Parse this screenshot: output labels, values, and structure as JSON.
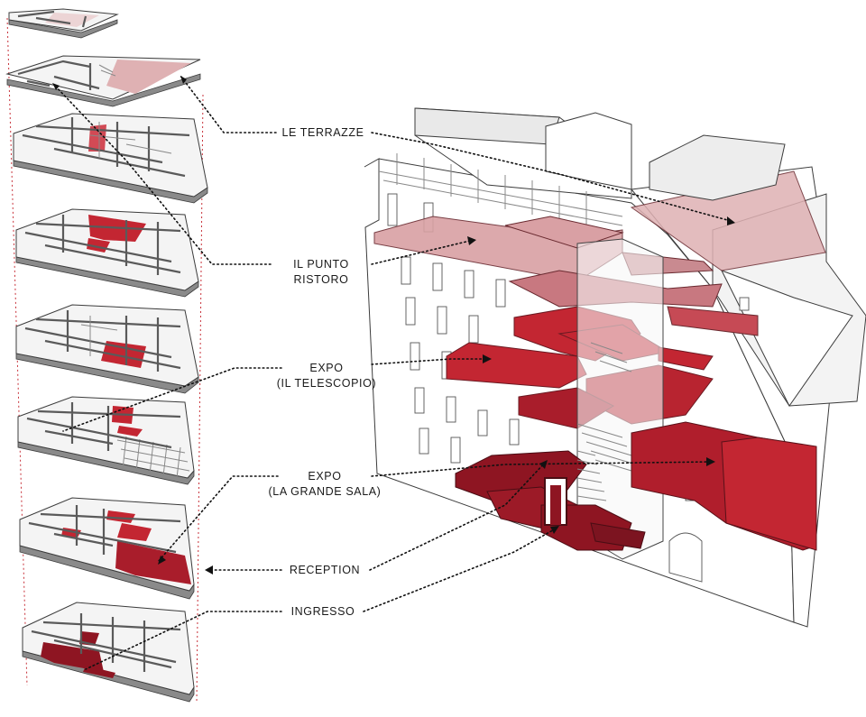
{
  "labels": {
    "terrazze": "LE TERRAZZE",
    "punto_ristoro": [
      "IL PUNTO",
      "RISTORO"
    ],
    "expo_telescopio": [
      "EXPO",
      "(IL TELESCOPIO)"
    ],
    "expo_grande_sala": [
      "EXPO",
      "(LA GRANDE SALA)"
    ],
    "reception": "RECEPTION",
    "ingresso": "INGRESSO"
  },
  "colors": {
    "deep_red": "#8e1522",
    "red": "#c32632",
    "mid_red": "#d24a55",
    "pink": "#dfb1b3",
    "light_pink": "#ecd4d5",
    "guide_red": "#c8323a"
  },
  "floor_plans": [
    {
      "name": "roof",
      "highlight": "light_pink"
    },
    {
      "name": "terrace",
      "highlight": "pink"
    },
    {
      "name": "punto-ristoro-floor",
      "highlight": "mid_red"
    },
    {
      "name": "expo-upper-1",
      "highlight": "red"
    },
    {
      "name": "expo-upper-2",
      "highlight": "red"
    },
    {
      "name": "expo-telescopio-floor",
      "highlight": "red"
    },
    {
      "name": "expo-grande-sala-floor",
      "highlight": "red"
    },
    {
      "name": "ground-floor",
      "highlight": "deep_red"
    }
  ]
}
